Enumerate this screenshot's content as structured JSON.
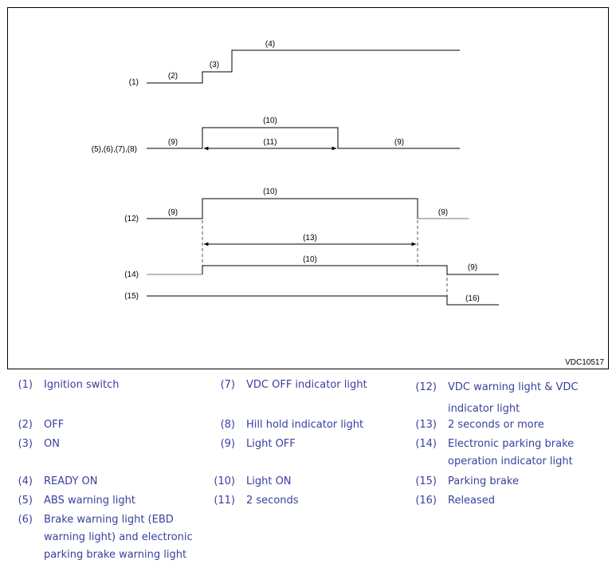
{
  "diagram": {
    "figure_id": "VDC10517",
    "row_labels": {
      "r1": "(1)",
      "r2": "(5),(6),(7),(8)",
      "r3": "(12)",
      "r4": "(14)",
      "r5": "(15)"
    },
    "segment_labels": {
      "r1_off": "(2)",
      "r1_on": "(3)",
      "r1_ready": "(4)",
      "r2_off_left": "(9)",
      "r2_on": "(10)",
      "r2_duration": "(11)",
      "r2_off_right": "(9)",
      "r3_off_left": "(9)",
      "r3_on": "(10)",
      "r3_off_right": "(9)",
      "r3_duration": "(13)",
      "r4_on": "(10)",
      "r4_off": "(9)",
      "r5_released": "(16)"
    }
  },
  "legend": [
    {
      "num": "(1)",
      "text": "Ignition switch"
    },
    {
      "num": "(2)",
      "text": "OFF"
    },
    {
      "num": "(3)",
      "text": "ON"
    },
    {
      "num": "(4)",
      "text": "READY ON"
    },
    {
      "num": "(5)",
      "text": "ABS warning light"
    },
    {
      "num": "(6)",
      "text": "Brake warning light (EBD warning light) and electronic parking brake warning light"
    },
    {
      "num": "(7)",
      "text": "VDC OFF indicator light"
    },
    {
      "num": "(8)",
      "text": "Hill hold indicator light"
    },
    {
      "num": "(9)",
      "text": "Light OFF"
    },
    {
      "num": "(10)",
      "text": "Light ON"
    },
    {
      "num": "(11)",
      "text": "2 seconds"
    },
    {
      "num": "(12)",
      "text": "VDC warning light & VDC indicator light"
    },
    {
      "num": "(13)",
      "text": "2 seconds or more"
    },
    {
      "num": "(14)",
      "text": "Electronic parking brake operation indicator light"
    },
    {
      "num": "(15)",
      "text": "Parking brake"
    },
    {
      "num": "(16)",
      "text": "Released"
    }
  ]
}
